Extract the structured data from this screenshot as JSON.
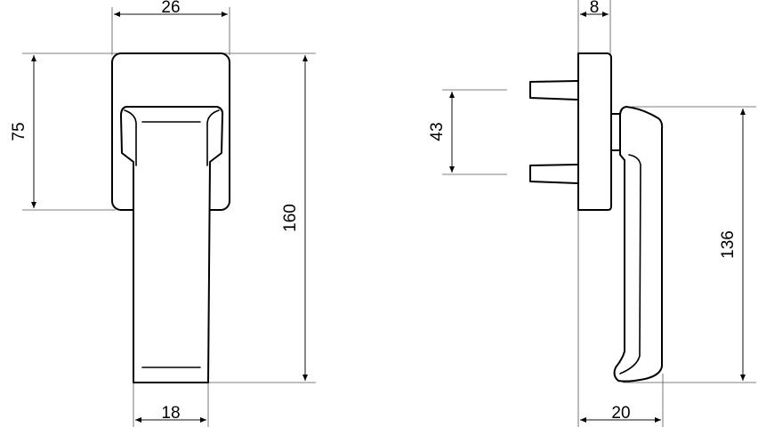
{
  "drawing": {
    "front_view": {
      "dim_width_top": "26",
      "dim_rosette_height": "75",
      "dim_total_height": "160",
      "dim_handle_width": "18"
    },
    "side_view": {
      "dim_plate_thickness": "8",
      "dim_pin_spacing": "43",
      "dim_handle_length": "136",
      "dim_projection": "20"
    }
  }
}
